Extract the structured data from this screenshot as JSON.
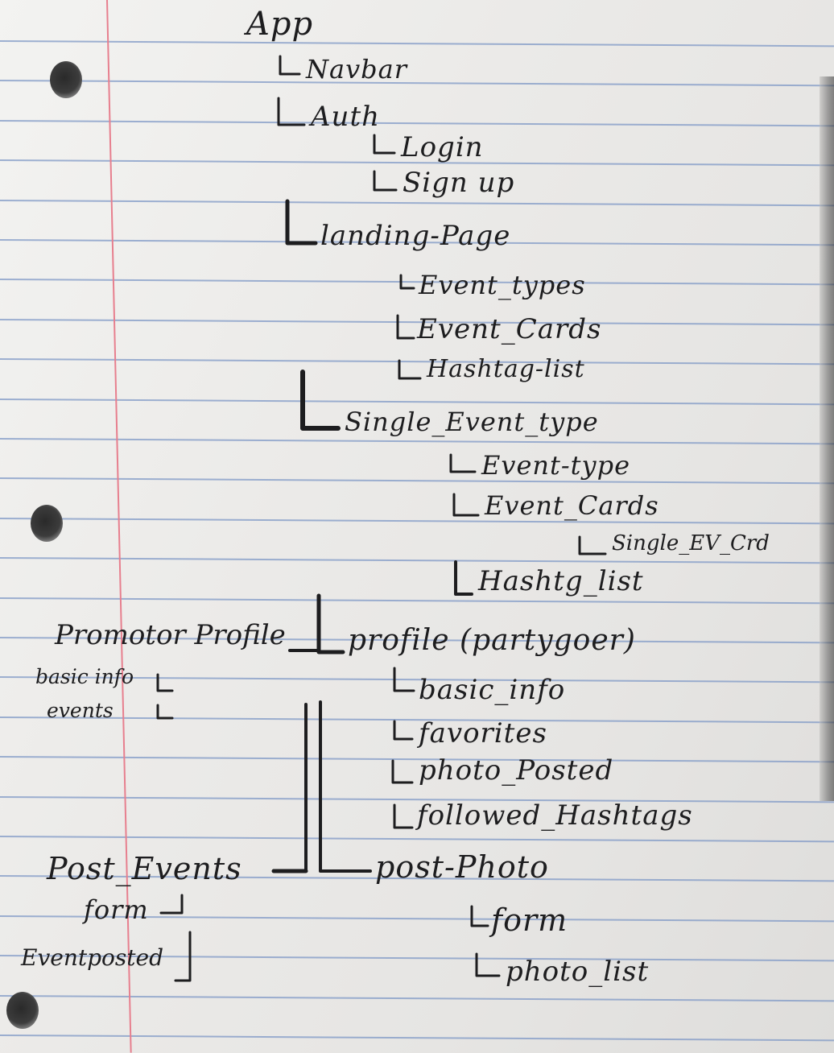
{
  "page": {
    "background": "#ecebea",
    "rule_color": "#7f98c6",
    "margin_color": "#e77f8e",
    "ink_color": "#1d1d1f"
  },
  "nodes": {
    "app": "App",
    "navbar": "Navbar",
    "auth": "Auth",
    "login": "Login",
    "signup": "Sign up",
    "landing_page": "landing-Page",
    "event_types": "Event_types",
    "event_cards": "Event_Cards",
    "hashtag_list": "Hashtag-list",
    "single_event_type": "Single_Event_type",
    "event_type": "Event-type",
    "event_cards_2": "Event_Cards",
    "single_ev_crd": "Single_EV_Crd",
    "hashtag_list_2": "Hashtg_list",
    "profile": "profile (partygoer)",
    "basic_info": "basic_info",
    "favorites": "favorites",
    "photo_posted": "photo_Posted",
    "followed_hashtags": "followed_Hashtags",
    "post_photo": "post-Photo",
    "form": "form",
    "photo_list": "photo_list"
  },
  "side_notes": {
    "promotor_profile": "Promotor Profile",
    "basic_info": "basic info",
    "events": "events",
    "post_events": "Post_Events",
    "form": "form",
    "event_posted": "Eventposted"
  }
}
